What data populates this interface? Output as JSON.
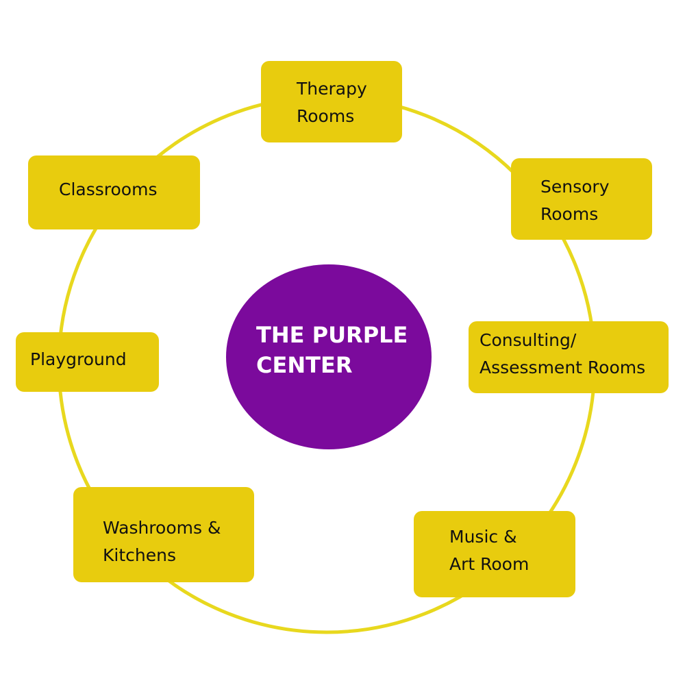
{
  "diagram": {
    "center": {
      "label": "THE PURPLE\nCENTER"
    },
    "nodes": [
      {
        "id": "therapy",
        "label": "Therapy\nRooms"
      },
      {
        "id": "sensory",
        "label": "Sensory\nRooms"
      },
      {
        "id": "consulting",
        "label": "Consulting/\nAssessment Rooms"
      },
      {
        "id": "music",
        "label": "Music &\nArt Room"
      },
      {
        "id": "washrooms",
        "label": "Washrooms &\nKitchens"
      },
      {
        "id": "playground",
        "label": "Playground"
      },
      {
        "id": "classrooms",
        "label": "Classrooms"
      }
    ]
  },
  "colors": {
    "center_fill": "#7b0a9c",
    "center_text": "#ffffff",
    "node_fill": "#e8cc0e",
    "ring_stroke": "#e8d81e",
    "node_text": "#111111"
  }
}
